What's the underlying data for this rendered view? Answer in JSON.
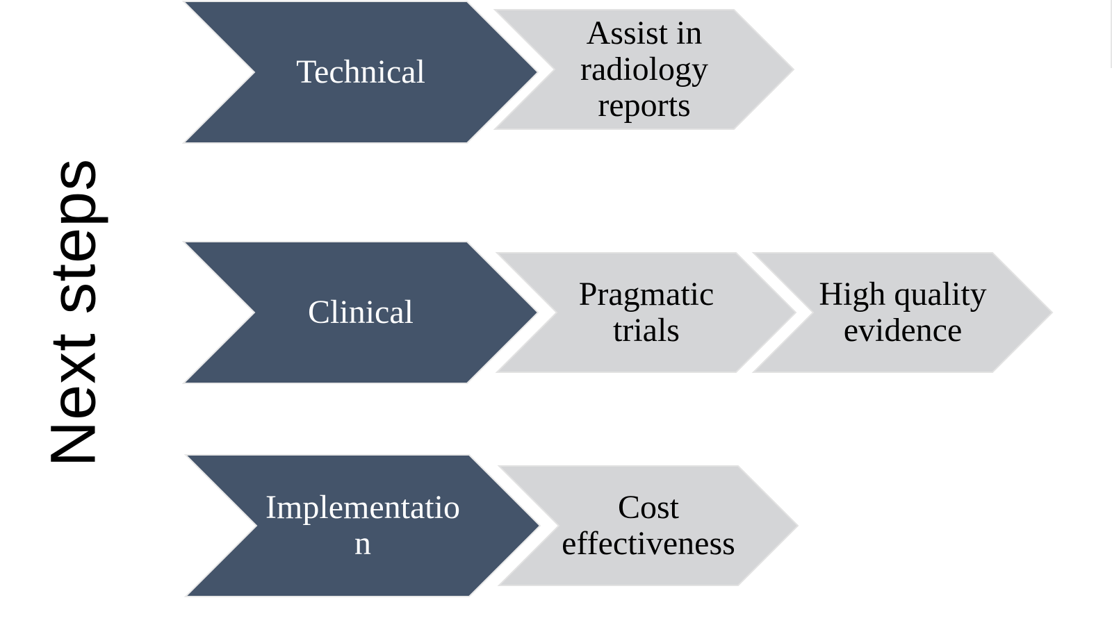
{
  "slide": {
    "title": "Next steps",
    "colors": {
      "primary_fill": "#44546a",
      "secondary_fill": "#d4d5d7",
      "primary_text": "#ffffff",
      "secondary_text": "#000000"
    },
    "rows": [
      {
        "category": "Technical",
        "steps": [
          {
            "lines": [
              "Assist in",
              "radiology",
              "reports"
            ]
          }
        ]
      },
      {
        "category": "Clinical",
        "steps": [
          {
            "lines": [
              "Pragmatic",
              "trials"
            ]
          },
          {
            "lines": [
              "High quality",
              "evidence"
            ]
          }
        ]
      },
      {
        "category_lines": [
          "Implementatio",
          "n"
        ],
        "steps": [
          {
            "lines": [
              "Cost",
              "effectiveness"
            ]
          }
        ]
      }
    ]
  }
}
